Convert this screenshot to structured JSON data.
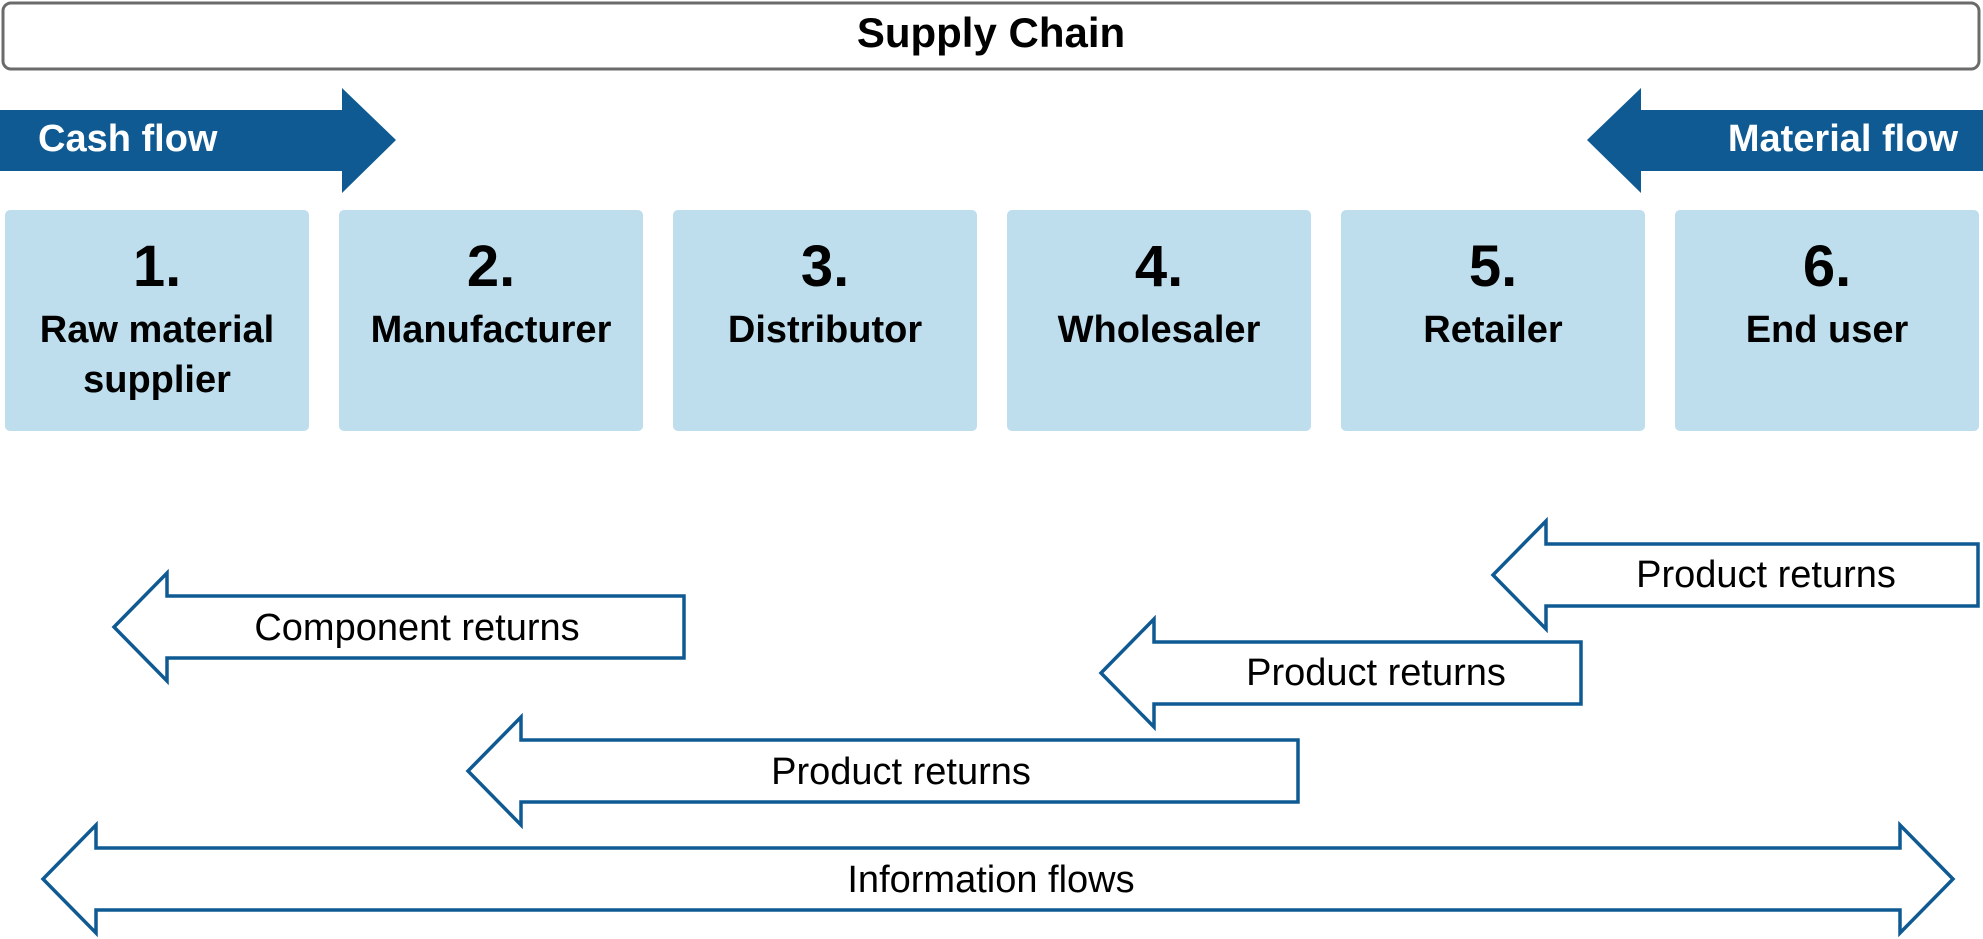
{
  "title": "Supply Chain",
  "colors": {
    "arrow_fill": "#0f5a92",
    "arrow_outline": "#0f5a92",
    "stage_fill": "#bedeed",
    "title_border": "#6b6b6b",
    "text": "#000000",
    "arrow_text": "#ffffff"
  },
  "flows": {
    "cash": "Cash flow",
    "material": "Material flow"
  },
  "stages": [
    {
      "number": "1.",
      "label_line1": "Raw material",
      "label_line2": "supplier"
    },
    {
      "number": "2.",
      "label_line1": "Manufacturer",
      "label_line2": ""
    },
    {
      "number": "3.",
      "label_line1": "Distributor",
      "label_line2": ""
    },
    {
      "number": "4.",
      "label_line1": "Wholesaler",
      "label_line2": ""
    },
    {
      "number": "5.",
      "label_line1": "Retailer",
      "label_line2": ""
    },
    {
      "number": "6.",
      "label_line1": "End user",
      "label_line2": ""
    }
  ],
  "returns": [
    {
      "label": "Product returns"
    },
    {
      "label": "Component returns"
    },
    {
      "label": "Product returns"
    },
    {
      "label": "Product returns"
    }
  ],
  "information": "Information flows"
}
